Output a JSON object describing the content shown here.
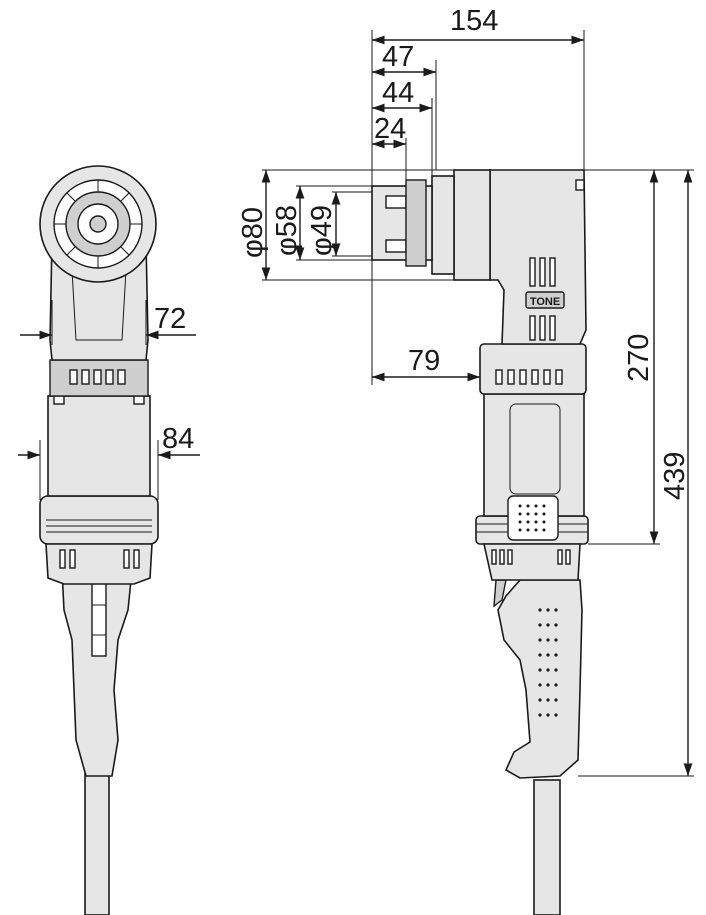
{
  "dimensions": {
    "overall_width": "154",
    "dim_47": "47",
    "dim_44": "44",
    "dim_24": "24",
    "dia_80": "φ80",
    "dia_58": "φ58",
    "dia_49": "φ49",
    "dim_79": "79",
    "height_270": "270",
    "height_439": "439",
    "front_72": "72",
    "front_84": "84"
  },
  "brand_label": "TONE",
  "colors": {
    "outline": "#1a1a1a",
    "body": "#e6e6e6",
    "accent": "#cfcfcf"
  }
}
